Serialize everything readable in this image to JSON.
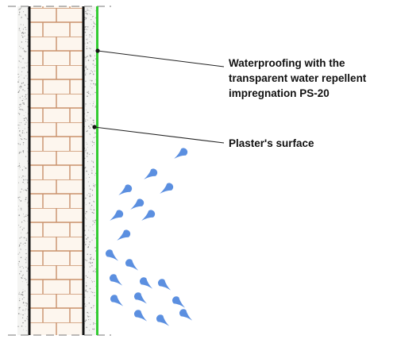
{
  "labels": {
    "waterproofing_line1": "Waterproofing with the",
    "waterproofing_line2": "transparent water repellent",
    "waterproofing_line3": "impregnation PS-20",
    "plaster": "Plaster's surface"
  },
  "colors": {
    "background": "#ffffff",
    "brick_fill": "#fdf6ee",
    "brick_mortar": "#c9906a",
    "plaster_fill": "#f4f4f2",
    "plaster_speckle": "#9a9a9a",
    "wall_outline": "#111111",
    "waterproofing_layer": "#33cc33",
    "rain_drop": "#5b8fe0",
    "leader_line": "#222222"
  },
  "icons": {
    "rain": "water-drop-icon"
  }
}
